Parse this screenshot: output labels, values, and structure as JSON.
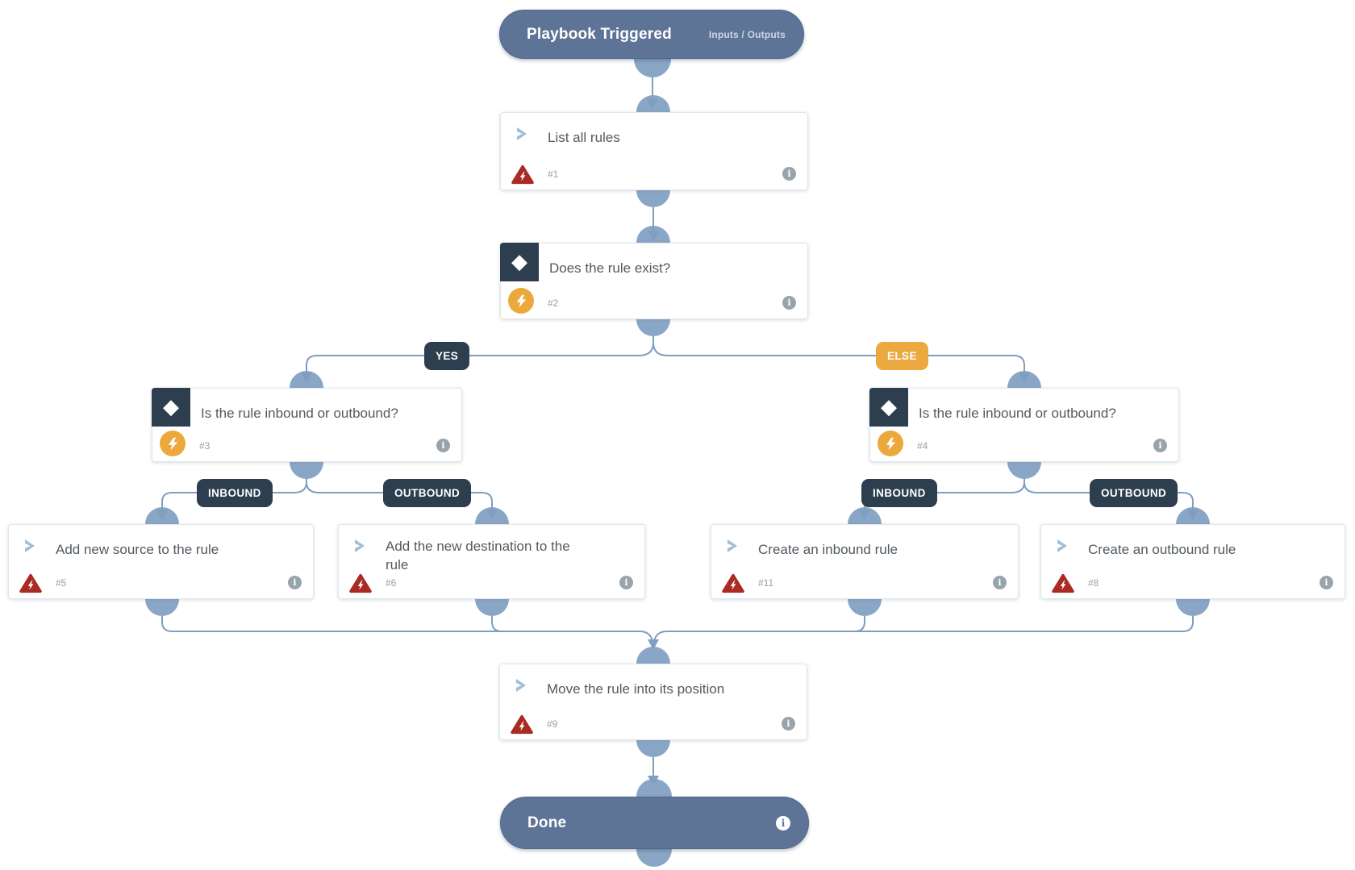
{
  "trigger": {
    "title": "Playbook Triggered",
    "link": "Inputs / Outputs"
  },
  "tasks": {
    "t1": {
      "title": "List all rules",
      "id": "#1"
    },
    "t2": {
      "title": "Does the rule exist?",
      "id": "#2"
    },
    "t3": {
      "title": "Is the rule inbound or outbound?",
      "id": "#3"
    },
    "t4": {
      "title": "Is the rule inbound or outbound?",
      "id": "#4"
    },
    "t5": {
      "title": "Add new source to the rule",
      "id": "#5"
    },
    "t6": {
      "title": "Add the new destination to the rule",
      "id": "#6"
    },
    "t11": {
      "title": "Create an inbound rule",
      "id": "#11"
    },
    "t8": {
      "title": "Create an outbound rule",
      "id": "#8"
    },
    "t9": {
      "title": "Move the rule into its position",
      "id": "#9"
    }
  },
  "branch_labels": {
    "yes": "YES",
    "else": "ELSE",
    "inbound": "INBOUND",
    "outbound": "OUTBOUND"
  },
  "done": {
    "title": "Done"
  },
  "icons": {
    "automation": "chevron-right-icon",
    "condition": "diamond-icon",
    "error": "red-triangle-lightning-icon",
    "conditional": "orange-lightning-circle-icon",
    "info": "info-icon"
  },
  "colors": {
    "pill_node": "#5e7496",
    "wire": "#7f9ec0",
    "connector_dome": "#8aa6c6",
    "dark_label": "#2d3e4f",
    "else_label": "#eba93f",
    "error_red": "#a92b23",
    "conditional_orange": "#eca93b",
    "chevron_blue": "#9fbeda",
    "card_border": "#e2e6e9",
    "title_text": "#525a60",
    "id_text": "#9aa0a5"
  }
}
